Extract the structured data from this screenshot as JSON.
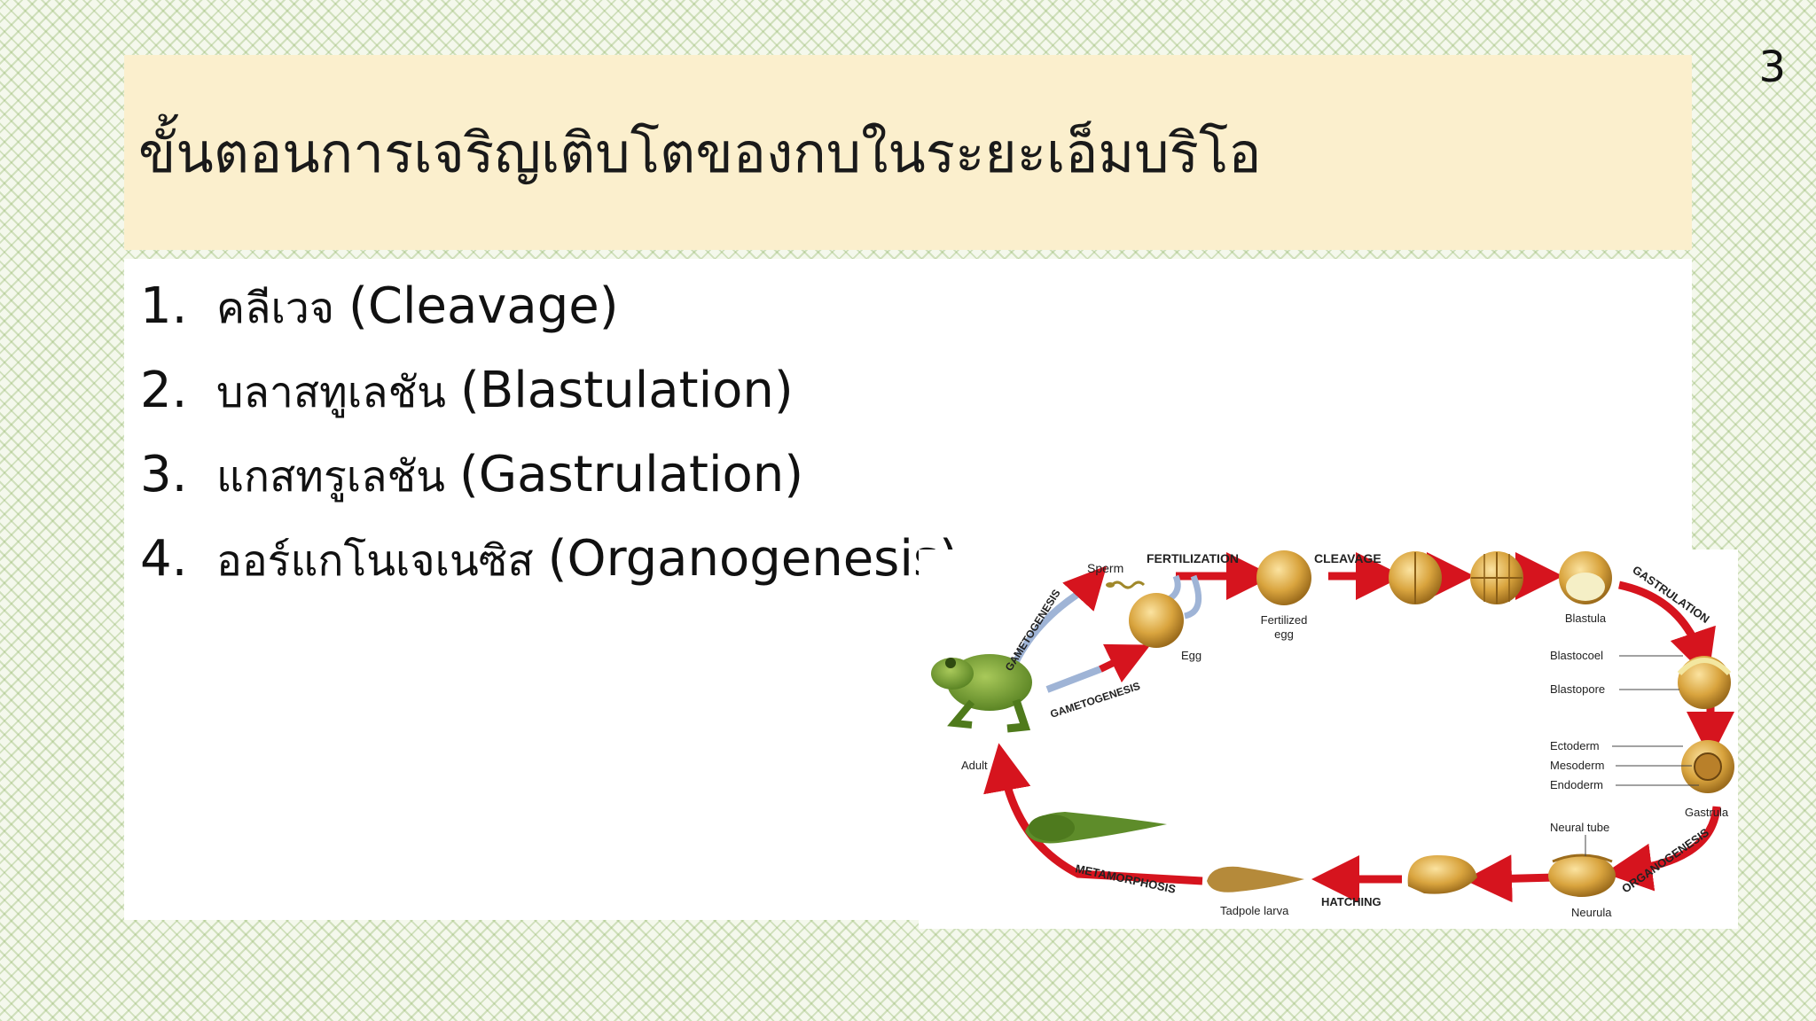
{
  "slide_number": "3",
  "title": "ขั้นตอนการเจริญเติบโตของกบในระยะเอ็มบริโอ",
  "stages": [
    {
      "num": "1.",
      "thai": "คลีเวจ",
      "en": "(Cleavage)"
    },
    {
      "num": "2.",
      "thai": "บลาสทูเลชัน",
      "en": "(Blastulation)"
    },
    {
      "num": "3.",
      "thai": "แกสทรูเลชัน",
      "en": "(Gastrulation)"
    },
    {
      "num": "4.",
      "thai": "ออร์แกโนเจเนซิส",
      "en": "(Organogenesis)"
    }
  ],
  "diagram": {
    "labels": {
      "sperm": "Sperm",
      "fertilization": "FERTILIZATION",
      "cleavage": "CLEAVAGE",
      "fertilized_egg_1": "Fertilized",
      "fertilized_egg_2": "egg",
      "blastula": "Blastula",
      "gastrulation": "GASTRULATION",
      "blastocoel": "Blastocoel",
      "blastopore": "Blastopore",
      "ectoderm": "Ectoderm",
      "mesoderm": "Mesoderm",
      "endoderm": "Endoderm",
      "gastrula": "Gastrula",
      "neural_tube": "Neural tube",
      "organogenesis": "ORGANOGENESIS",
      "neurula": "Neurula",
      "hatching": "HATCHING",
      "tadpole_larva": "Tadpole larva",
      "metamorphosis": "METAMORPHOSIS",
      "adult": "Adult",
      "egg": "Egg",
      "gametogenesis_top": "GAMETOGENESIS",
      "gametogenesis_bottom": "GAMETOGENESIS"
    },
    "colors": {
      "arrow": "#d6141e",
      "gameto_arrow": "#9fb4d6",
      "embryo": "#d4a23a",
      "frog": "#6f9a2e"
    }
  }
}
